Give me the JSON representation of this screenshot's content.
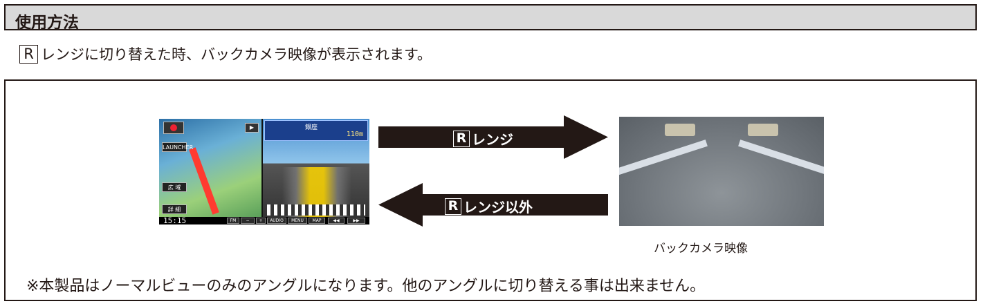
{
  "header": {
    "title": "使用方法"
  },
  "intro": {
    "key": "R",
    "text": "レンジに切り替えた時、バックカメラ映像が表示されます。"
  },
  "nav_screen": {
    "destination": "銀座",
    "distance": "110m",
    "side_buttons": [
      "LAUNCHER",
      "広 域",
      "詳 細"
    ],
    "clock": "15:15",
    "bottom_buttons": [
      "FM",
      "−",
      "+",
      "AUDIO",
      "MENU",
      "MAP",
      "◀◀",
      "▶▶"
    ],
    "play_icon": "play-icon"
  },
  "arrow_right": {
    "key": "R",
    "label": "レンジ",
    "color": "#231815"
  },
  "arrow_left": {
    "key": "R",
    "label": "レンジ以外",
    "color": "#231815"
  },
  "camera": {
    "caption": "バックカメラ映像"
  },
  "note": "※本製品はノーマルビューのみのアングルになります。他のアングルに切り替える事は出来ません。"
}
